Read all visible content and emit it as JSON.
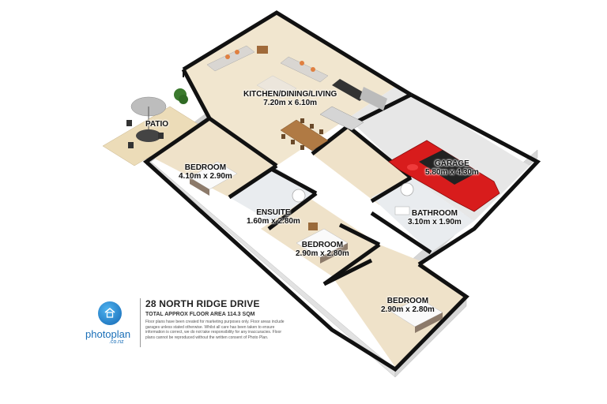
{
  "rooms": {
    "kitchen": {
      "name": "KITCHEN/DINING/LIVING",
      "size": "7.20m x 6.10m"
    },
    "patio": {
      "name": "PATIO"
    },
    "bedroom1": {
      "name": "BEDROOM",
      "size": "4.10m x 2.90m"
    },
    "garage": {
      "name": "GARAGE",
      "size": "5.80m x 4.30m"
    },
    "ensuite": {
      "name": "ENSUITE",
      "size": "1.60m x 2.80m"
    },
    "bathroom": {
      "name": "BATHROOM",
      "size": "3.10m x 1.90m"
    },
    "bedroom2": {
      "name": "BEDROOM",
      "size": "2.90m x 2.80m"
    },
    "bedroom3": {
      "name": "BEDROOM",
      "size": "2.90m x 2.80m"
    }
  },
  "info": {
    "address": "28 NORTH RIDGE DRIVE",
    "total_area": "TOTAL APPROX FLOOR AREA 114.3 SQM",
    "disclaimer": "Floor plans have been created for marketing purposes only. Floor areas include garages unless stated otherwise. Whilst all care has been taken to ensure information is correct, we do not take responsibility for any inaccuracies. Floor plans cannot be reproduced without the written consent of Photo Plan."
  },
  "logo": {
    "brand": "photoplan",
    "domain": ".co.nz"
  },
  "colors": {
    "floor": "#f1e6cf",
    "wall_top": "#1a1a1a",
    "wall_side": "#e4e4e4",
    "car": "#d81c1c"
  }
}
